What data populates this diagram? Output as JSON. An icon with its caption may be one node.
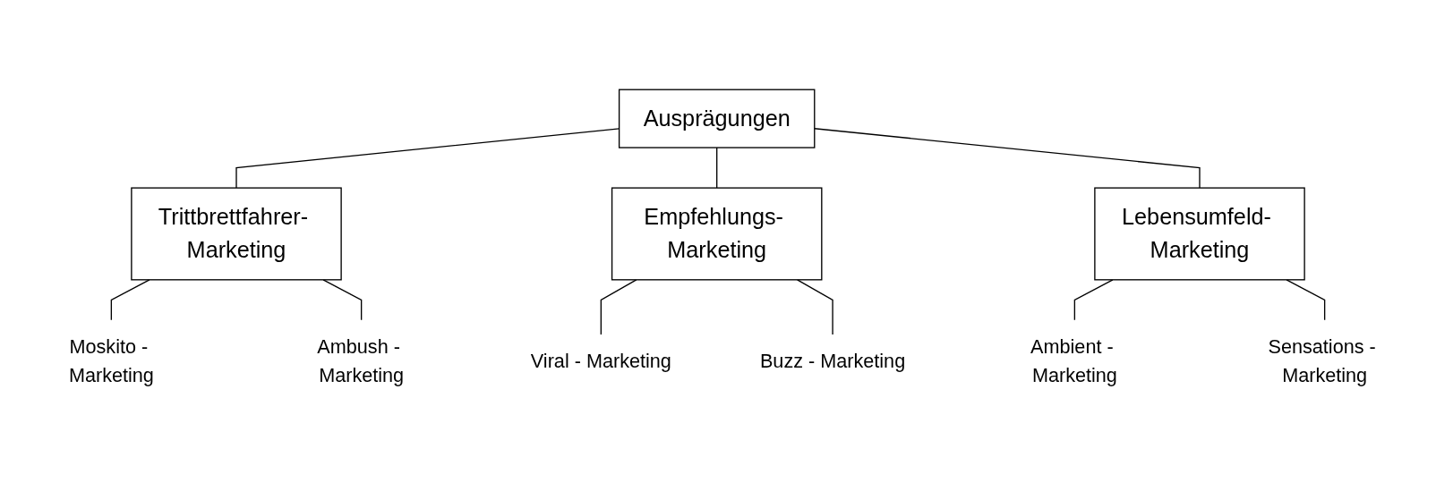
{
  "diagram": {
    "nodes": [
      {
        "text": [
          "Ausprägungen"
        ]
      },
      {
        "text": [
          "Trittbrettfahrer- Marketing"
        ]
      },
      {
        "text": [
          "Empfehlungs- Marketing"
        ]
      },
      {
        "text": [
          "Lebensumfeld- Marketing"
        ]
      },
      {
        "text": [
          "Moskito - Marketing"
        ]
      },
      {
        "text": [
          "Ambush - Marketing"
        ]
      },
      {
        "text": [
          "Viral - Marketing"
        ]
      },
      {
        "text": [
          "Buzz - Marketing"
        ]
      },
      {
        "text": [
          "Ambient - Marketing"
        ]
      },
      {
        "text": [
          "Sensations - Marketing"
        ]
      }
    ],
    "edges": [
      {
        "from": 0,
        "to": 1,
        "arrow": "none"
      },
      {
        "from": 0,
        "to": 2,
        "arrow": "none"
      },
      {
        "from": 0,
        "to": 3,
        "arrow": "none"
      },
      {
        "from": 1,
        "to": 4,
        "arrow": "none"
      },
      {
        "from": 1,
        "to": 5,
        "arrow": "none"
      },
      {
        "from": 2,
        "to": 6,
        "arrow": "none"
      },
      {
        "from": 2,
        "to": 7,
        "arrow": "none"
      },
      {
        "from": 3,
        "to": 8,
        "arrow": "none"
      },
      {
        "from": 3,
        "to": 9,
        "arrow": "none"
      }
    ]
  }
}
